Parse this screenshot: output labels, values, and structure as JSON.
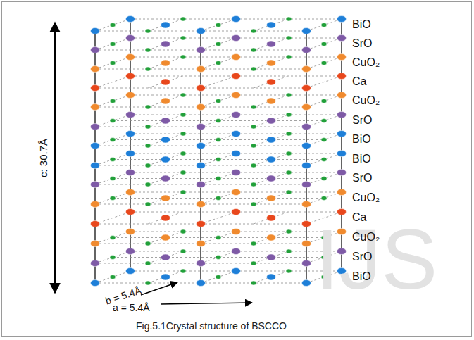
{
  "diagram": {
    "caption": "Fig.5.1Crystal structure of BSCCO",
    "labels": [
      "BiO",
      "SrO",
      "CuO₂",
      "Ca",
      "CuO₂",
      "SrO",
      "BiO",
      "BiO",
      "SrO",
      "CuO₂",
      "Ca",
      "CuO₂",
      "SrO",
      "BiO",
      "c: 30.7Å",
      "b = 5.4Å",
      "a = 5.4Å",
      "IJS"
    ]
  }
}
